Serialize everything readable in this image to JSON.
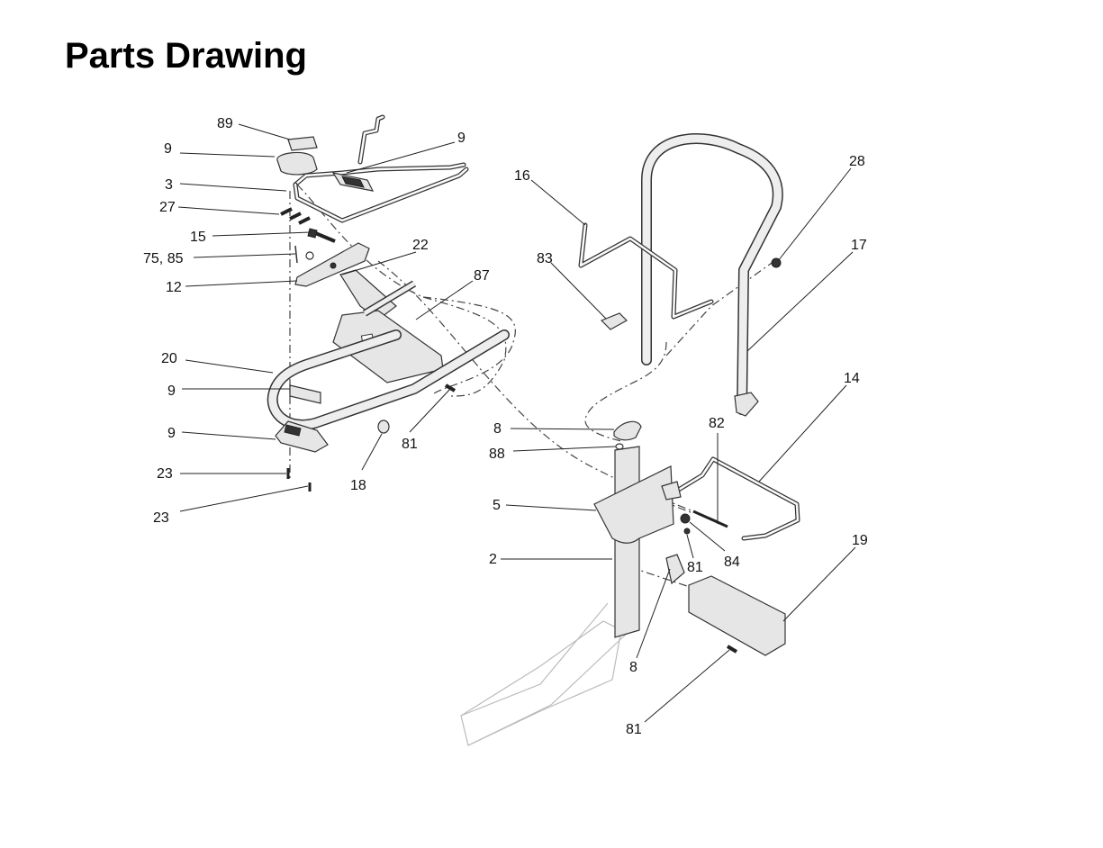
{
  "page": {
    "title": "Parts Drawing"
  },
  "callouts": [
    "89",
    "9",
    "3",
    "27",
    "15",
    "75, 85",
    "12",
    "20",
    "9",
    "9",
    "23",
    "23",
    "9",
    "22",
    "87",
    "81",
    "18",
    "16",
    "83",
    "28",
    "17",
    "14",
    "82",
    "8",
    "88",
    "5",
    "2",
    "81",
    "84",
    "19",
    "8",
    "81"
  ]
}
